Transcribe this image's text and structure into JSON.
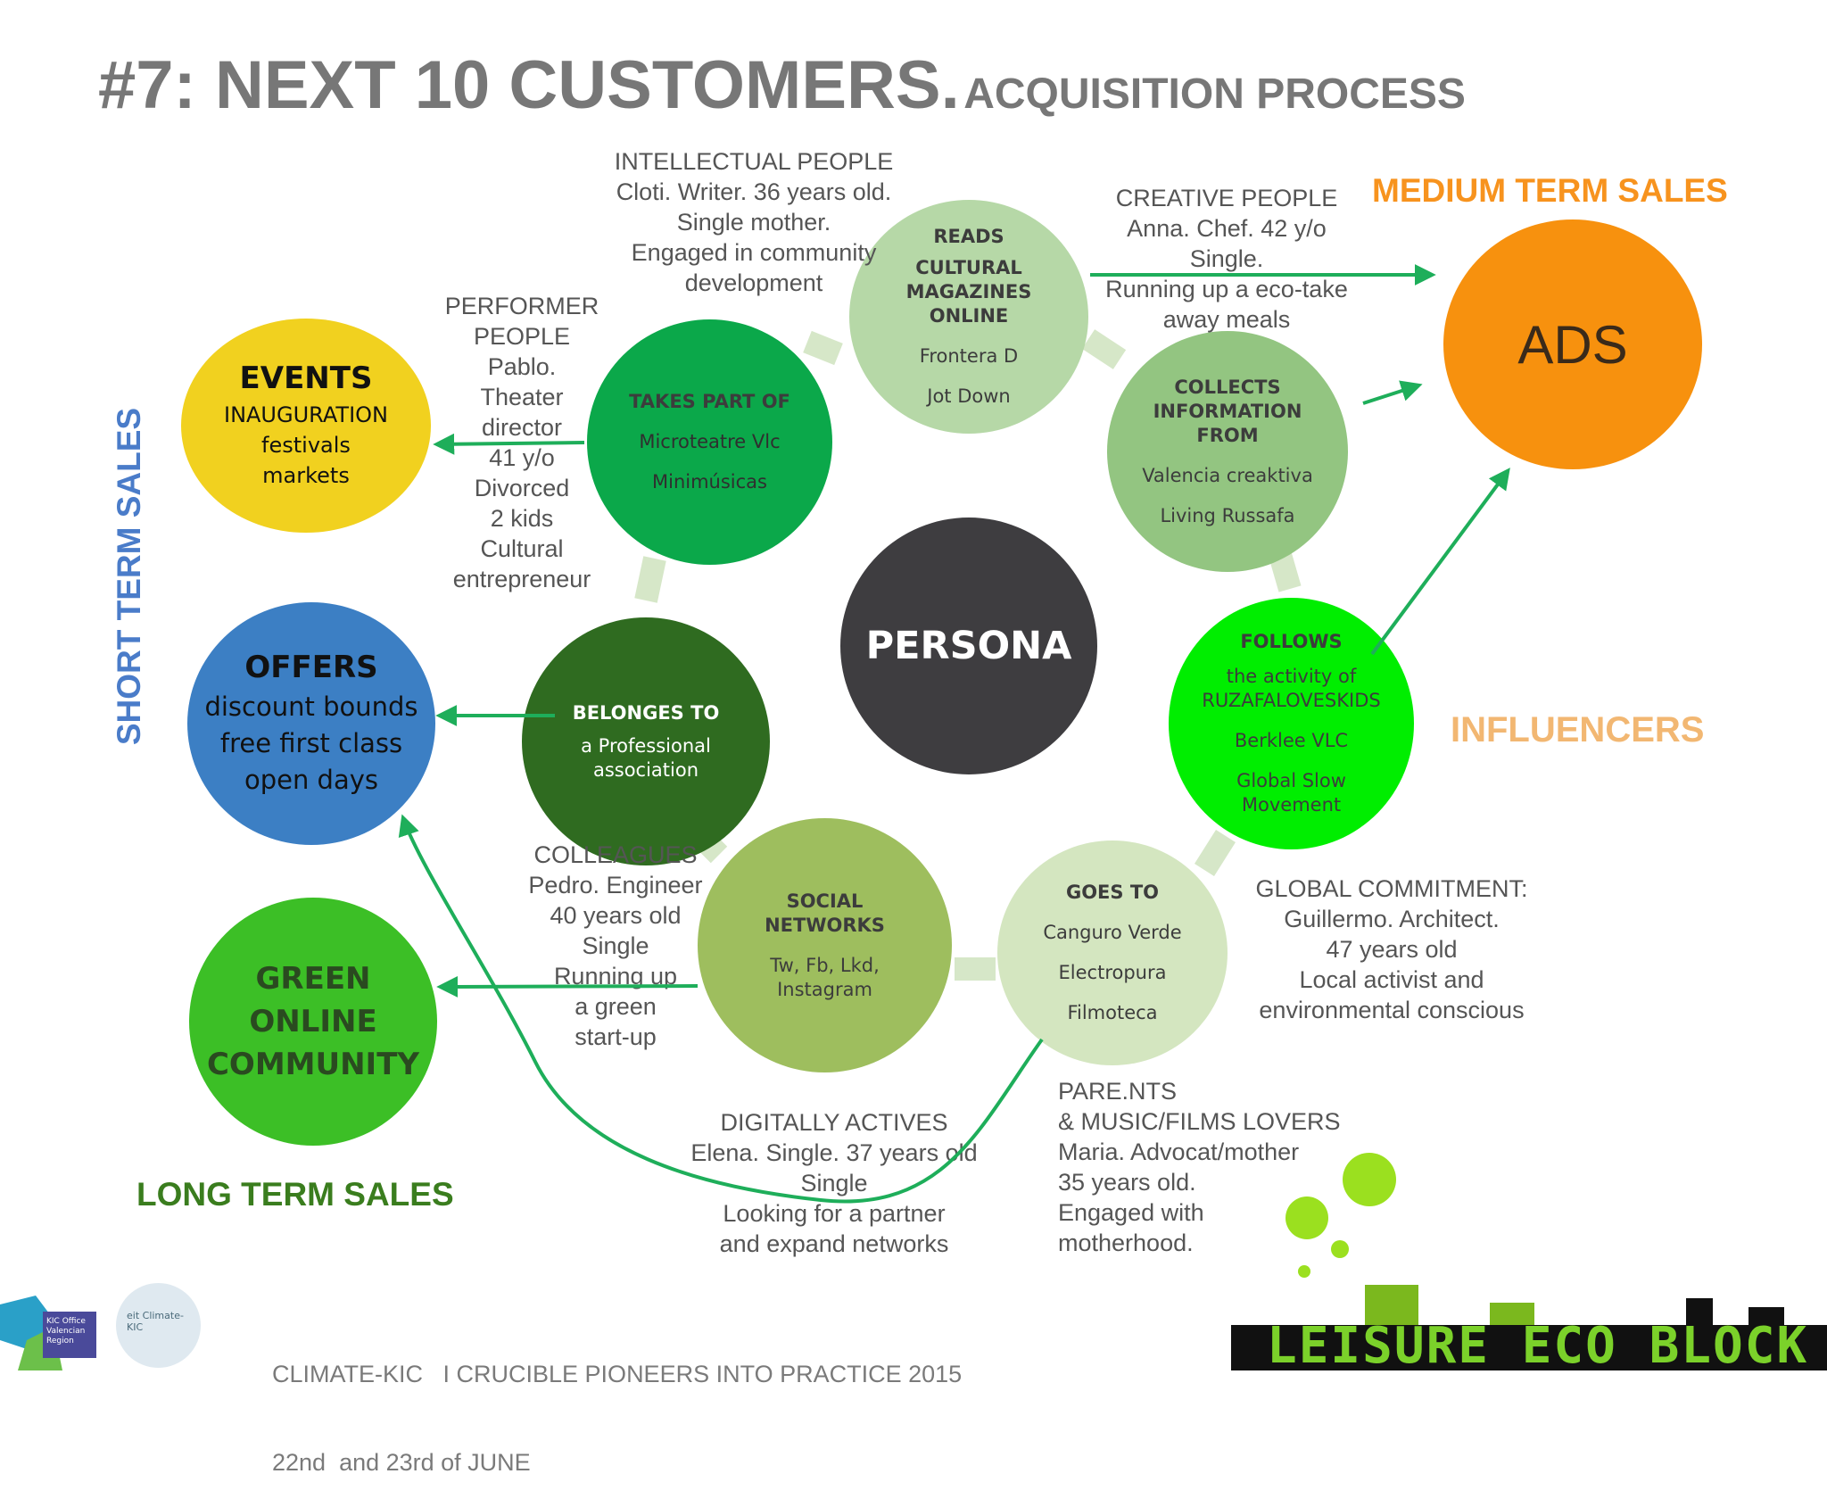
{
  "title": {
    "main": "#7: NEXT 10 CUSTOMERS.",
    "sub": "ACQUISITION PROCESS"
  },
  "labels": {
    "short_term": "SHORT TERM SALES",
    "medium_term": "MEDIUM TERM SALES",
    "influencers": "INFLUENCERS",
    "long_term": "LONG TERM SALES"
  },
  "center": {
    "label": "PERSONA"
  },
  "channels": {
    "reads": {
      "head": "READS",
      "head2": "CULTURAL MAGAZINES ONLINE",
      "items": [
        "Frontera D",
        "Jot Down"
      ]
    },
    "takes_part": {
      "head": "TAKES PART OF",
      "items": [
        "Microteatre Vlc",
        "Minimúsicas"
      ]
    },
    "collects": {
      "head": "COLLECTS INFORMATION FROM",
      "items": [
        "Valencia creaktiva",
        "Living Russafa"
      ]
    },
    "belongs": {
      "head": "BELONGES TO",
      "items": [
        "a Professional association"
      ]
    },
    "follows": {
      "head": "FOLLOWS",
      "items": [
        "the activity of RUZAFALOVESKIDS",
        "Berklee VLC",
        "Global Slow Movement"
      ]
    },
    "social": {
      "head": "SOCIAL NETWORKS",
      "items": [
        "Tw, Fb, Lkd, Instagram"
      ]
    },
    "goes": {
      "head": "GOES TO",
      "items": [
        "Canguro Verde",
        "Electropura",
        "Filmoteca"
      ]
    }
  },
  "outcomes": {
    "events": {
      "head": "EVENTS",
      "items": [
        "INAUGURATION",
        "festivals",
        "markets"
      ]
    },
    "offers": {
      "head": "OFFERS",
      "items": [
        "discount bounds",
        "free first class",
        "open days"
      ]
    },
    "green": {
      "head": "GREEN ONLINE COMMUNITY"
    },
    "ads": {
      "head": "ADS"
    }
  },
  "personas": {
    "intellectual": [
      "INTELLECTUAL PEOPLE",
      "Cloti. Writer. 36 years old.",
      "Single mother.",
      "Engaged in community",
      "development"
    ],
    "creative": [
      "CREATIVE PEOPLE",
      "Anna. Chef. 42 y/o",
      "Single.",
      "Running up a eco-take",
      "away meals"
    ],
    "performer": [
      "PERFORMER",
      "PEOPLE",
      "Pablo.",
      "Theater",
      "director",
      "41 y/o",
      "Divorced",
      "2 kids",
      "Cultural",
      "entrepreneur"
    ],
    "colleagues": [
      "COLLEAGUES",
      "Pedro. Engineer",
      "40 years old",
      "Single",
      "Running up",
      "a green",
      "start-up"
    ],
    "global": [
      "GLOBAL COMMITMENT:",
      "Guillermo. Architect.",
      "47 years old",
      "Local activist and",
      "environmental conscious"
    ],
    "digital": [
      "DIGITALLY ACTIVES",
      "Elena. Single. 37 years old",
      "Single",
      "Looking for a partner",
      "and expand networks"
    ],
    "parents": [
      "PARE.NTS",
      "& MUSIC/FILMS LOVERS",
      "Maria. Advocat/mother",
      "35 years old.",
      "Engaged with",
      "motherhood."
    ]
  },
  "footer": {
    "line1": "CLIMATE-KIC   I CRUCIBLE PIONEERS INTO PRACTICE 2015",
    "line2": "22nd  and 23rd of JUNE",
    "logo1_text": "KIC Office Valencian Region",
    "logo2_text": "eit Climate-KIC",
    "brand_logo": "LEISURE ECO BLOCK"
  },
  "colors": {
    "title": "#777777",
    "short_term": "#4a7cc9",
    "medium_term": "#f7931e",
    "influencers": "#f2b772",
    "long_term": "#3a7d1e",
    "arrow": "#1eae5a",
    "persona": "#3e3d40",
    "events": "#f1d11f",
    "offers": "#3c7fc4",
    "green": "#3cbf26",
    "ads": "#f7910e"
  }
}
